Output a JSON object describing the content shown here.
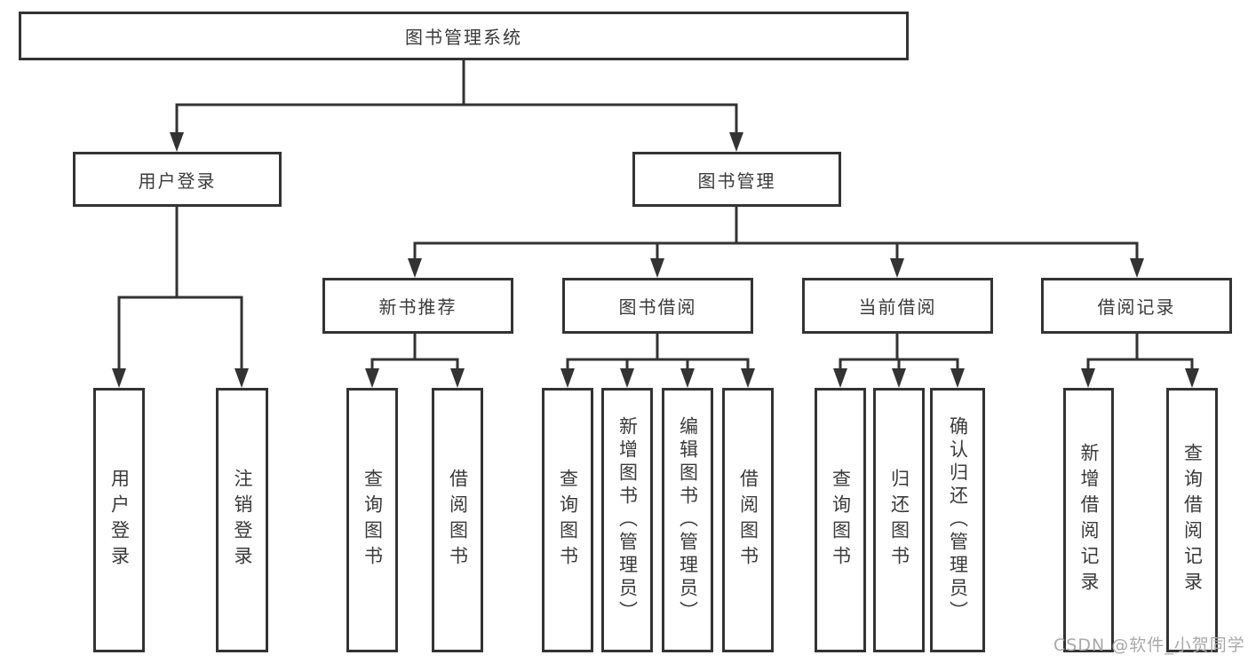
{
  "diagram": {
    "root": {
      "label": "图书管理系统"
    },
    "level2": {
      "user_login": {
        "label": "用户登录"
      },
      "book_mgmt": {
        "label": "图书管理"
      }
    },
    "level3": {
      "new_book_rec": {
        "label": "新书推荐"
      },
      "book_borrow": {
        "label": "图书借阅"
      },
      "current_borrow": {
        "label": "当前借阅"
      },
      "borrow_record": {
        "label": "借阅记录"
      }
    },
    "leaves": {
      "user_login_leaf": {
        "label": "用户登录"
      },
      "logout_leaf": {
        "label": "注销登录"
      },
      "rec_query_books": {
        "label": "查询图书"
      },
      "rec_borrow_books": {
        "label": "借阅图书"
      },
      "bb_query_books": {
        "label": "查询图书"
      },
      "bb_add_books": {
        "label": "新增图书（管理员）"
      },
      "bb_edit_books": {
        "label": "编辑图书（管理员）"
      },
      "bb_borrow_books": {
        "label": "借阅图书"
      },
      "cb_query_books": {
        "label": "查询图书"
      },
      "cb_return_books": {
        "label": "归还图书"
      },
      "cb_confirm_return": {
        "label": "确认归还（管理员）"
      },
      "br_add_record": {
        "label": "新增借阅记录"
      },
      "br_query_record": {
        "label": "查询借阅记录"
      }
    }
  },
  "watermark": "CSDN @软件_小贺同学",
  "colors": {
    "line": "#333333",
    "text": "#3a3a3a",
    "watermark": "#a9a9a9",
    "background": "#ffffff"
  }
}
